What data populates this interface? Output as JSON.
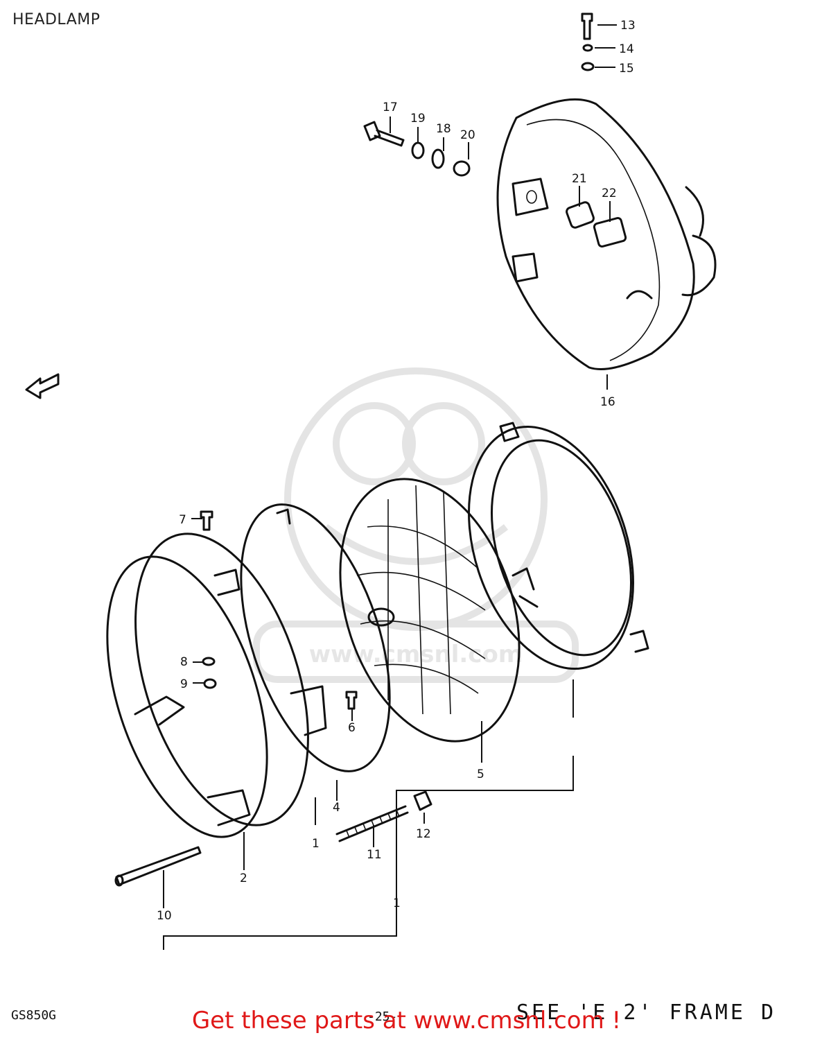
{
  "title": "HEADLAMP",
  "callouts": [
    "1",
    "2",
    "4",
    "5",
    "6",
    "7",
    "8",
    "9",
    "10",
    "11",
    "12",
    "13",
    "14",
    "15",
    "16",
    "17",
    "18",
    "19",
    "20",
    "21",
    "22"
  ],
  "model_code": "GS850G",
  "page_number": "-25-",
  "reference_note": "SEE 'E 2' FRAME D",
  "watermark_url": "www.cmsnl.com",
  "promo_text": "Get these parts at www.cmsnl.com !",
  "colors": {
    "promo": "#e01818",
    "line": "#111111",
    "watermark": "#e4e4e4"
  }
}
